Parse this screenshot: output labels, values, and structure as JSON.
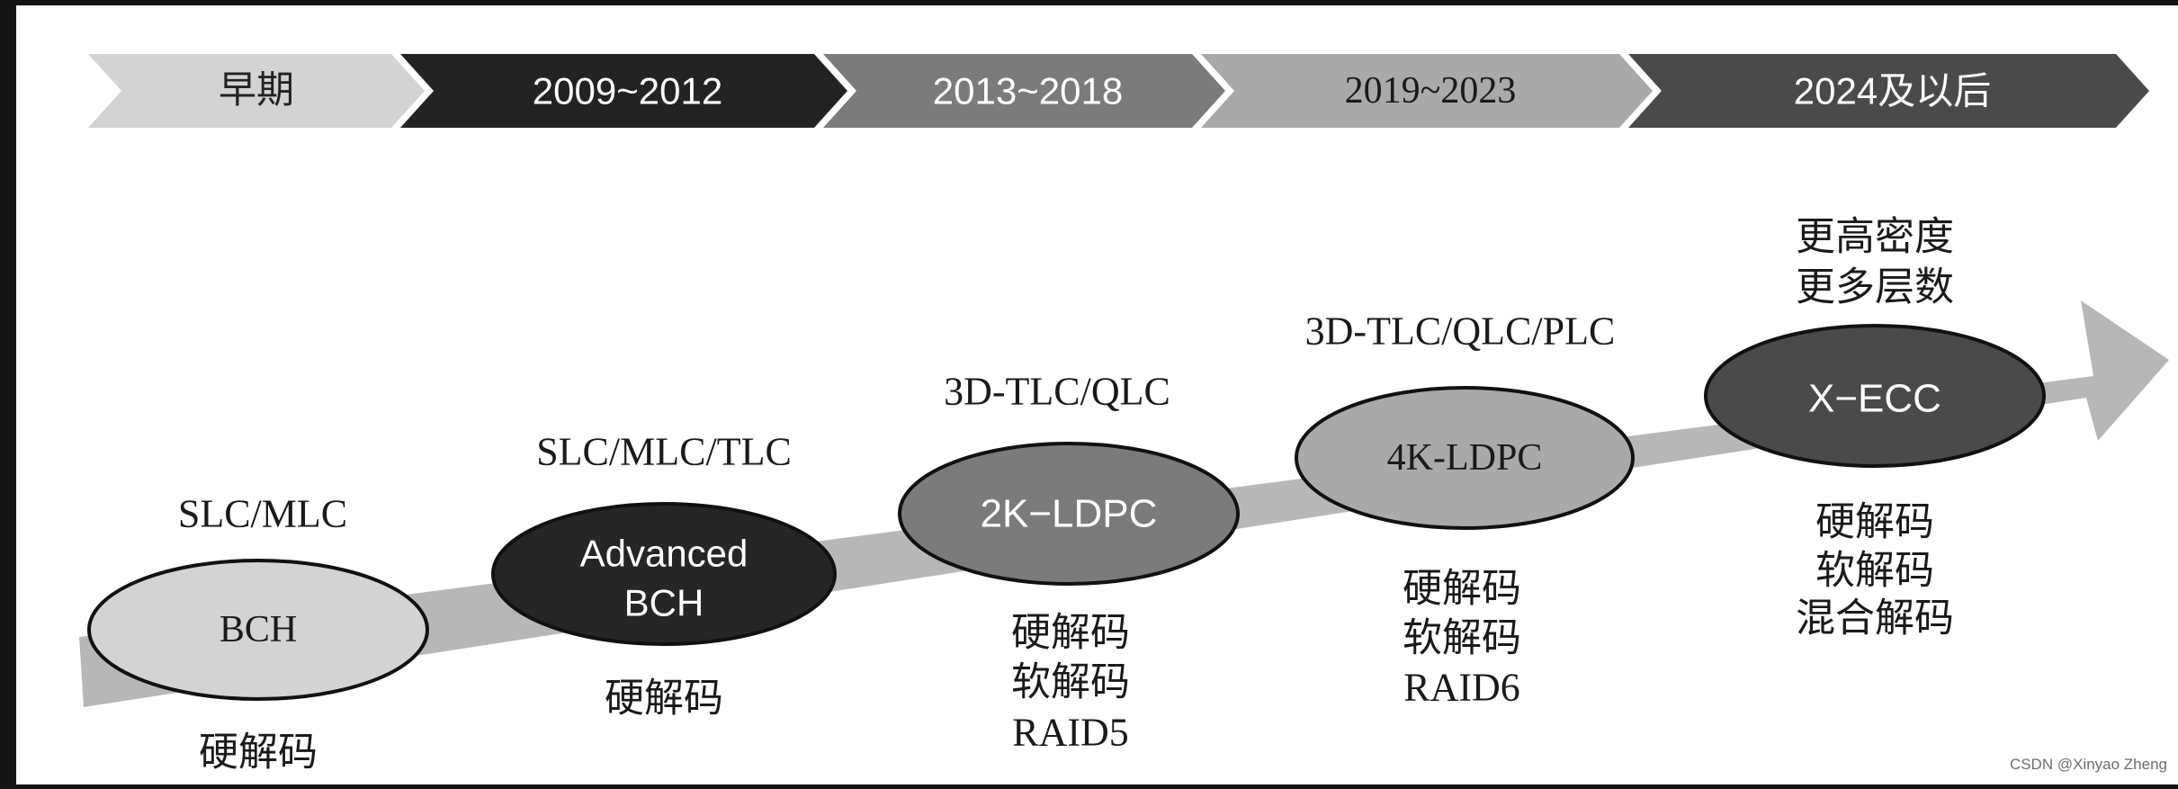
{
  "timeline": {
    "periods": [
      {
        "label": "早期",
        "color": "#d3d3d3",
        "text_color": "#222222"
      },
      {
        "label": "2009~2012",
        "color": "#232323",
        "text_color": "#ffffff"
      },
      {
        "label": "2013~2018",
        "color": "#7b7b7b",
        "text_color": "#ffffff"
      },
      {
        "label": "2019~2023",
        "color": "#a9a9a9",
        "text_color": "#1a1a1a"
      },
      {
        "label": "2024及以后",
        "color": "#4a4a4a",
        "text_color": "#ffffff"
      }
    ]
  },
  "arrow": {
    "color": "#b7b7b7"
  },
  "stages": [
    {
      "name": "BCH",
      "nand": "SLC/MLC",
      "decoding": [
        "硬解码"
      ],
      "fill": "#d3d3d3",
      "text_color": "#1a1a1a"
    },
    {
      "name": [
        "Advanced",
        "BCH"
      ],
      "nand": "SLC/MLC/TLC",
      "decoding": [
        "硬解码"
      ],
      "fill": "#262626",
      "text_color": "#ffffff"
    },
    {
      "name": "2K−LDPC",
      "nand": "3D-TLC/QLC",
      "decoding": [
        "硬解码",
        "软解码",
        "RAID5"
      ],
      "fill": "#7b7b7b",
      "text_color": "#ffffff"
    },
    {
      "name": "4K-LDPC",
      "nand": "3D-TLC/QLC/PLC",
      "decoding": [
        "硬解码",
        "软解码",
        "RAID6"
      ],
      "fill": "#a9a9a9",
      "text_color": "#1a1a1a"
    },
    {
      "name": "X−ECC",
      "nand": [
        "更高密度",
        "更多层数"
      ],
      "decoding": [
        "硬解码",
        "软解码",
        "混合解码"
      ],
      "fill": "#4a4a4a",
      "text_color": "#ffffff"
    }
  ],
  "watermark": "CSDN @Xinyao Zheng"
}
